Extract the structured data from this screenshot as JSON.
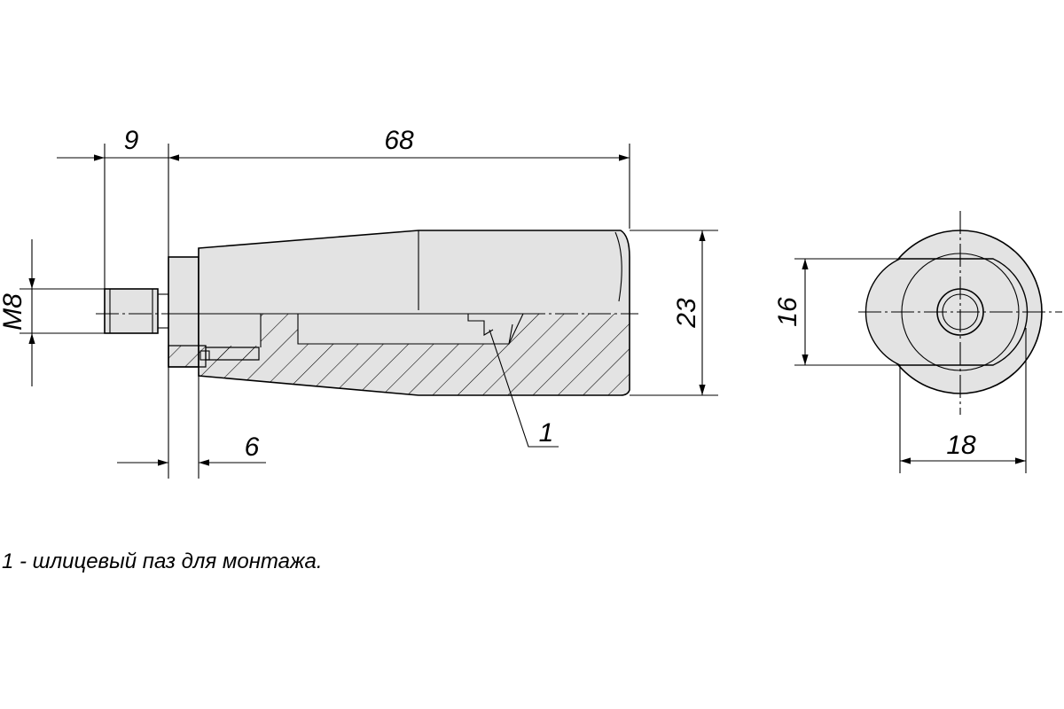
{
  "dimensions": {
    "shaft_length": "9",
    "body_length": "68",
    "diameter": "23",
    "thread": "M8",
    "recess_depth": "6",
    "end_view_inner": "16",
    "end_view_outer": "18"
  },
  "callout": "1",
  "legend": "1 - шлицевый паз для монтажа.",
  "colors": {
    "fill": "#e3e3e3",
    "line": "#000000",
    "background": "#ffffff"
  }
}
